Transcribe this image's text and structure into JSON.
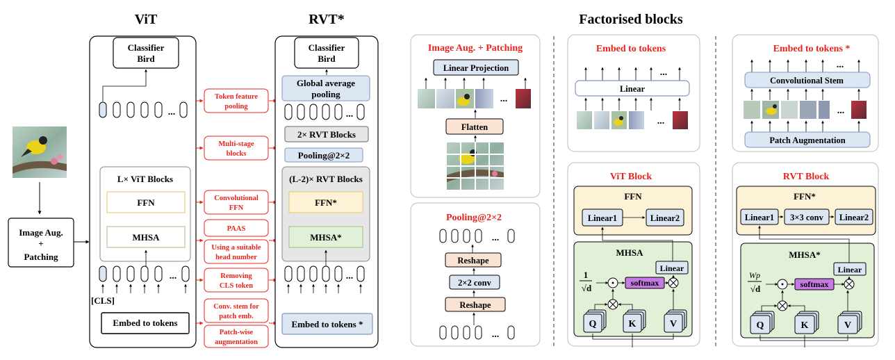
{
  "headers": {
    "vit": "ViT",
    "rvt": "RVT*",
    "factorised": "Factorised blocks"
  },
  "input": {
    "image_aug": [
      "Image Aug.",
      "+",
      "Patching"
    ]
  },
  "vit": {
    "classifier": [
      "Classifier",
      "Bird"
    ],
    "blocks_title": "L× ViT Blocks",
    "ffn": "FFN",
    "mhsa": "MHSA",
    "cls": "[CLS]",
    "embed": "Embed to tokens",
    "ellipsis": "..."
  },
  "rvt": {
    "classifier": [
      "Classifier",
      "Bird"
    ],
    "gap": [
      "Global average",
      "pooling"
    ],
    "blocks2": "2× RVT Blocks",
    "pooling": "Pooling@2×2",
    "blocks_title": "(L-2)× RVT Blocks",
    "ffn": "FFN*",
    "mhsa": "MHSA*",
    "embed": "Embed to tokens *"
  },
  "changes": [
    [
      "Token feature",
      "pooling"
    ],
    [
      "Multi-stage",
      "blocks"
    ],
    [
      "Convolutional",
      "FFN"
    ],
    [
      "PAAS"
    ],
    [
      "Using a suitable",
      "head number"
    ],
    [
      "Removing",
      "CLS token"
    ],
    [
      "Conv. stem for",
      "patch emb."
    ],
    [
      "Patch-wise",
      "augmentation"
    ]
  ],
  "image_aug_panel": {
    "title": "Image Aug. + Patching",
    "linear_projection": "Linear Projection",
    "flatten": "Flatten"
  },
  "pooling_panel": {
    "title": "Pooling@2×2",
    "reshape": "Reshape",
    "conv": "2×2 conv"
  },
  "embed_panel": {
    "title": "Embed to tokens",
    "linear": "Linear"
  },
  "embed_star_panel": {
    "title": "Embed to tokens *",
    "conv_stem": "Convolutional Stem",
    "patch_aug": "Patch Augmentation"
  },
  "vit_block_panel": {
    "title": "ViT Block",
    "ffn": "FFN",
    "linear1": "Linear1",
    "linear2": "Linear2",
    "mhsa": "MHSA",
    "linear": "Linear",
    "softmax": "softmax",
    "scale_num": "1",
    "scale_den": "√d",
    "q": "Q",
    "k": "K",
    "v": "V"
  },
  "rvt_block_panel": {
    "title": "RVT Block",
    "ffn": "FFN*",
    "linear1": "Linear1",
    "conv": "3×3 conv",
    "linear2": "Linear2",
    "mhsa": "MHSA*",
    "linear": "Linear",
    "softmax": "softmax",
    "scale_num": "Wp",
    "scale_den": "√d",
    "q": "Q",
    "k": "K",
    "v": "V"
  },
  "colors": {
    "red": "#e8231c",
    "blue_fill": "#dde6f3",
    "blue_border": "#7f96c0",
    "ffn_fill": "#fdf2d6",
    "ffn_border": "#e8c56a",
    "mhsa_fill": "#e3f0d8",
    "mhsa_border": "#9bc081",
    "reshape_fill": "#fbe3d4",
    "softmax_fill": "#c57ae6",
    "gray_fill": "#e6e6e6"
  }
}
